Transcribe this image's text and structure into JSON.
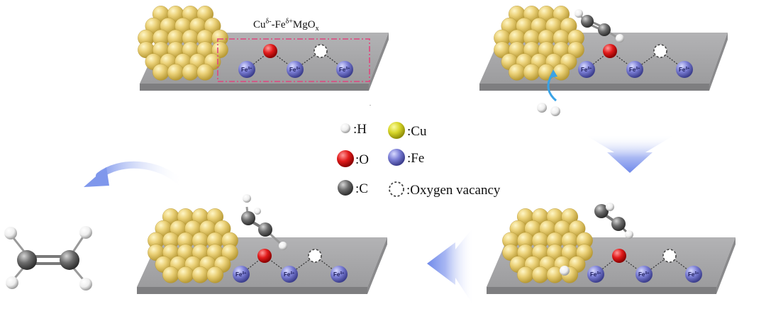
{
  "title": {
    "base": "Cu",
    "sup1": "δ-",
    "mid": "-Fe",
    "sup2": "δ+",
    "tail": "MgO",
    "sub": "x"
  },
  "fe_label": "Fe",
  "fe_sup": "δ+",
  "legend": {
    "h": ":H",
    "cu": ":Cu",
    "o": ":O",
    "fe": ":Fe",
    "c": ":C",
    "vacancy": ":Oxygen vacancy"
  },
  "colors": {
    "copper": "#e9cf6f",
    "iron": "#7c7fd6",
    "oxygen": "#e21c1c",
    "carbon": "#6d6d6d",
    "hydrogen": "#f0f0f0",
    "slab": "#a6a6a8",
    "highlight_box": "#e0457e",
    "arrow": "#7f97ec"
  }
}
